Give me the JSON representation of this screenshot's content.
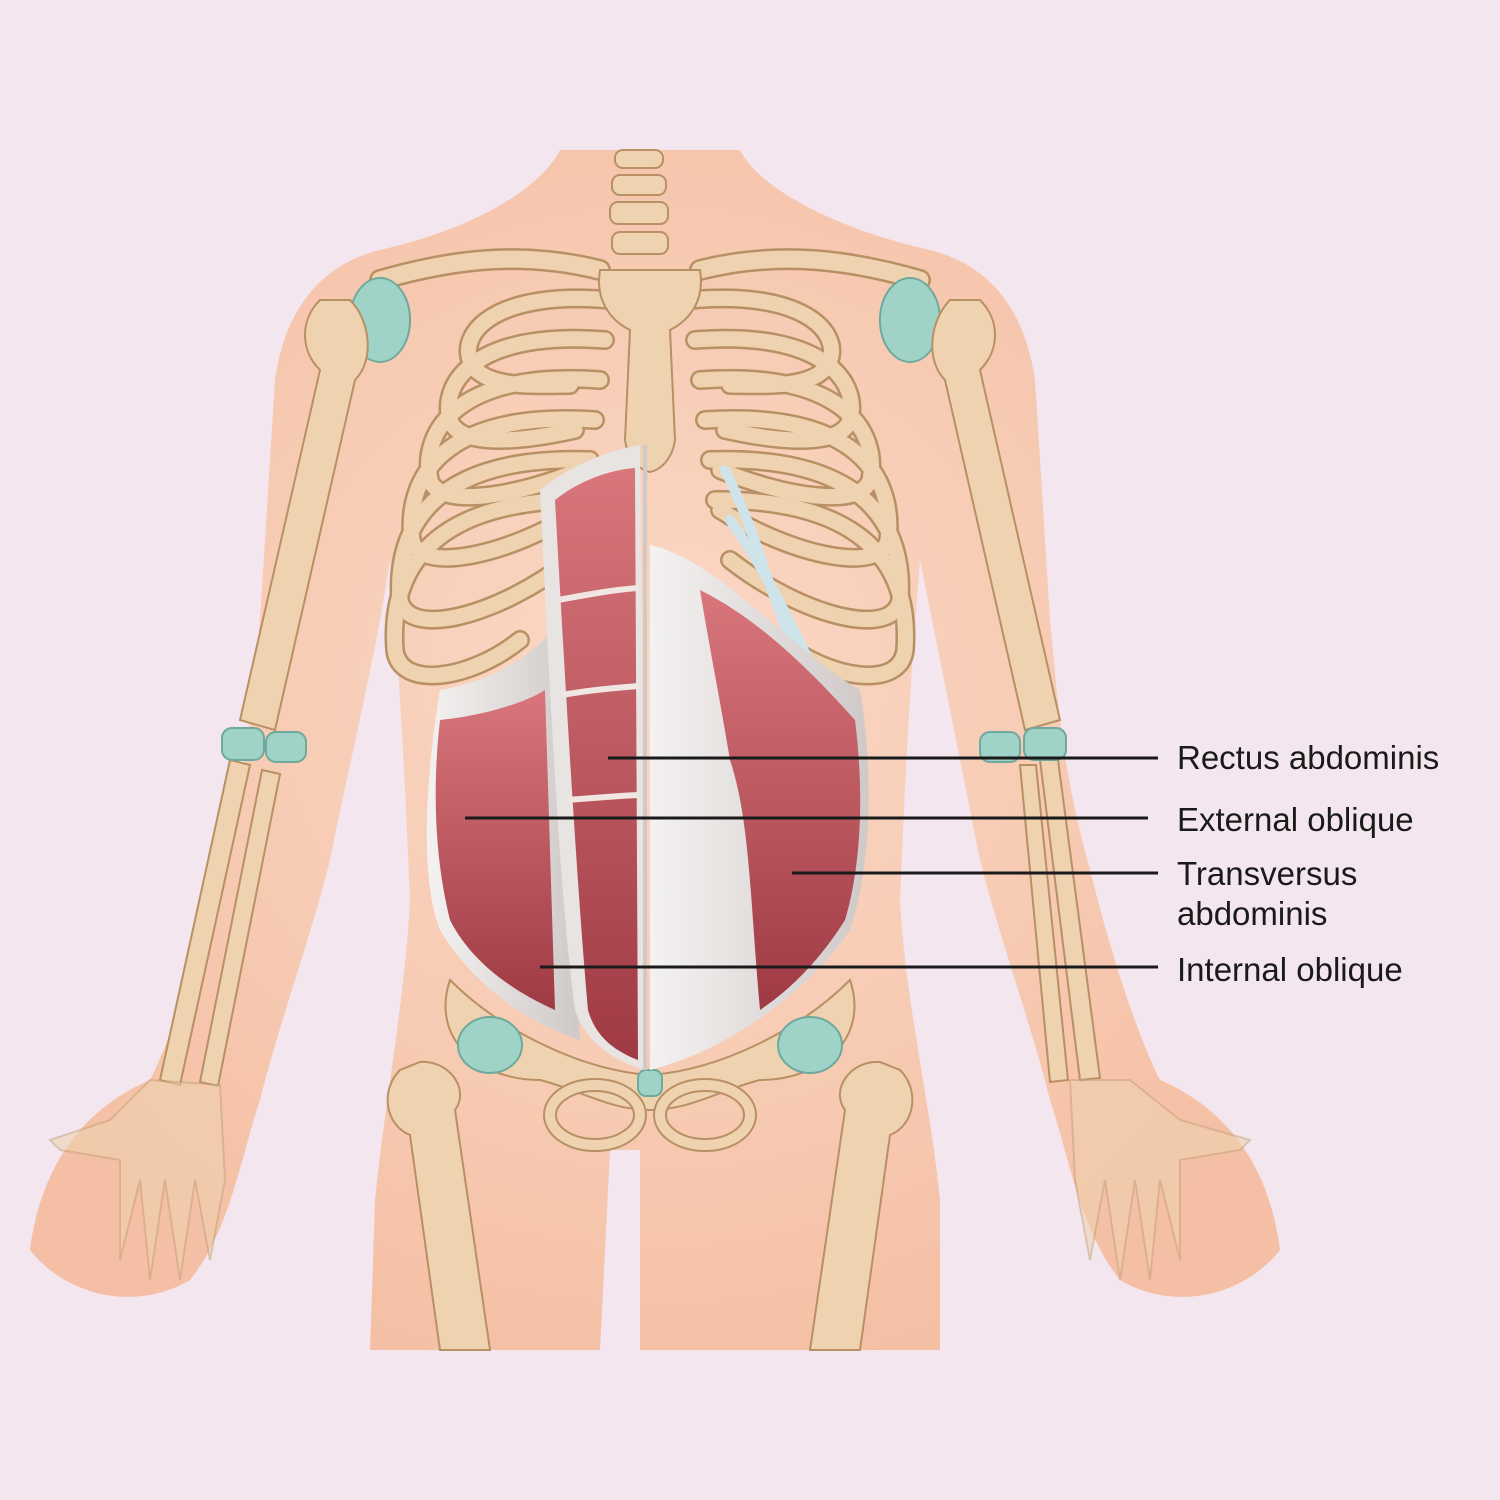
{
  "labels": {
    "rectus_abdominis": "Rectus abdominis",
    "external_oblique": "External oblique",
    "transversus_abdominis": "Transversus\nabdominis",
    "internal_oblique": "Internal oblique"
  },
  "colors": {
    "background": "#f3e6ee",
    "skin": "#f7c9b1",
    "bone": "#efd3b0",
    "bone_outline": "#b98f64",
    "cartilage": "#9fd3c7",
    "costal_cartilage": "#cfe3ea",
    "muscle": "#b8474f",
    "fascia": "#e8e4e2",
    "leader_line": "#1a1a1a"
  }
}
